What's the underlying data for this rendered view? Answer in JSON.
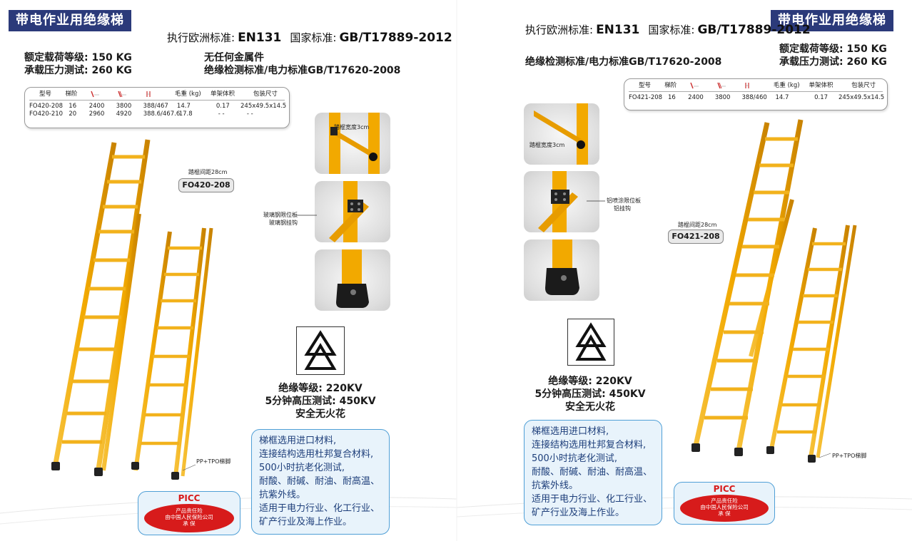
{
  "left": {
    "banner": "带电作业用绝缘梯",
    "standard": {
      "eu_label": "执行欧洲标准:",
      "eu_value": "EN131",
      "cn_label": "国家标准:",
      "cn_value": "GB/T17889-2012"
    },
    "load_rating": "额定载荷等级:  150 KG",
    "pressure_test": "承载压力测试:  260 KG",
    "no_metal": "无任何金属件",
    "test_standard": "绝缘检测标准/电力标准GB/T17620-2008",
    "table": {
      "headers": [
        "型号",
        "梯阶",
        "",
        "",
        "",
        "毛重 (kg)",
        "单架体积",
        "包装尺寸"
      ],
      "rows": [
        [
          "FO420-208",
          "16",
          "2400",
          "3800",
          "388/467",
          "14.7",
          "0.17",
          "245x49.5x14.5"
        ],
        [
          "FO420-210",
          "20",
          "2960",
          "4920",
          "388.6/467.6",
          "17.8",
          "- -",
          "- -"
        ]
      ]
    },
    "rung_spacing": "踏棍间距28cm",
    "model_tag": "FO420-208",
    "rung_width": "踏棍宽度3cm",
    "limit_plate": "玻璃钢限位板",
    "hook": "玻璃钢挂钩",
    "feet": "PP+TPO梯脚",
    "insulation_level": "绝缘等级:  220KV",
    "hv_test": "5分钟高压测试:  450KV",
    "spark_free": "安全无火花",
    "features": [
      "梯框选用进口材料,",
      "连接结构选用杜邦复合材料,",
      "500小时抗老化测试,",
      "耐酸、耐碱、耐油、耐高温、",
      "抗紫外线。",
      "适用于电力行业、化工行业、",
      "矿产行业及海上作业。"
    ],
    "picc": {
      "title": "PICC",
      "line1": "产品责任险",
      "line2": "由中国人民保险公司",
      "line3": "承    保"
    }
  },
  "right": {
    "banner": "带电作业用绝缘梯",
    "standard": {
      "eu_label": "执行欧洲标准:",
      "eu_value": "EN131",
      "cn_label": "国家标准:",
      "cn_value": "GB/T17889-2012"
    },
    "load_rating": "额定载荷等级:  150 KG",
    "pressure_test": "承载压力测试:  260 KG",
    "test_standard": "绝缘检测标准/电力标准GB/T17620-2008",
    "table": {
      "headers": [
        "型号",
        "梯阶",
        "",
        "",
        "",
        "毛重 (kg)",
        "单架体积",
        "包装尺寸"
      ],
      "rows": [
        [
          "FO421-208",
          "16",
          "2400",
          "3800",
          "388/460",
          "14.7",
          "0.17",
          "245x49.5x14.5"
        ]
      ]
    },
    "rung_width": "踏棍宽度3cm",
    "limit_plate": "铝喷涂限位板",
    "hook": "铝挂钩",
    "rung_spacing": "踏棍间距28cm",
    "model_tag": "FO421-208",
    "feet": "PP+TPO梯脚",
    "insulation_level": "绝缘等级:  220KV",
    "hv_test": "5分钟高压测试:  450KV",
    "spark_free": "安全无火花",
    "features": [
      "梯框选用进口材料,",
      "连接结构选用杜邦复合材料,",
      "500小时抗老化测试,",
      "耐酸、耐碱、耐油、耐高温、",
      "抗紫外线。",
      "适用于电力行业、化工行业、",
      "矿产行业及海上作业。"
    ],
    "picc": {
      "title": "PICC",
      "line1": "产品责任险",
      "line2": "由中国人民保险公司",
      "line3": "承    保"
    }
  },
  "colors": {
    "banner": "#2b3a7a",
    "ladder": "#f2a900",
    "accent_blue": "#4f9fd6",
    "picc_red": "#d71b1b"
  }
}
